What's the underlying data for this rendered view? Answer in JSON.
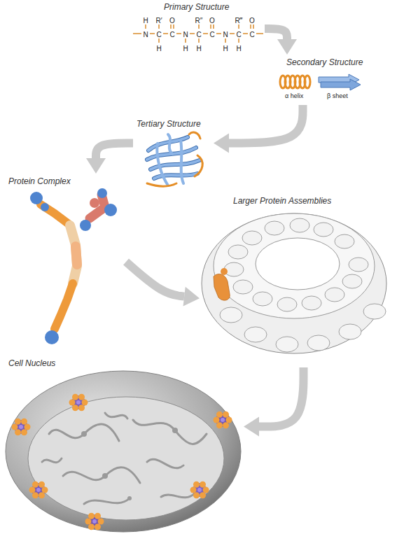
{
  "diagram": {
    "nodes": [
      {
        "text": [
          "Primary Structure"
        ]
      },
      {
        "text": [
          "Secondary Structure",
          "α helix",
          "β sheet"
        ]
      },
      {
        "text": [
          "Tertiary Structure"
        ]
      },
      {
        "text": [
          "Protein Complex"
        ]
      },
      {
        "text": [
          "Larger Protein Assemblies"
        ]
      },
      {
        "text": [
          "Cell Nucleus"
        ]
      }
    ],
    "edges": [
      {
        "from": 0,
        "to": 1,
        "arrow": "to"
      },
      {
        "from": 1,
        "to": 2,
        "arrow": "to"
      },
      {
        "from": 2,
        "to": 3,
        "arrow": "to"
      },
      {
        "from": 3,
        "to": 4,
        "arrow": "to"
      },
      {
        "from": 4,
        "to": 5,
        "arrow": "to"
      }
    ],
    "labels": [
      "H",
      "R′",
      "O",
      "R″",
      "O",
      "R‴",
      "O",
      "N",
      "C",
      "C",
      "N",
      "C",
      "C",
      "N",
      "C",
      "C",
      "H",
      "H",
      "H",
      "H",
      "H"
    ]
  }
}
